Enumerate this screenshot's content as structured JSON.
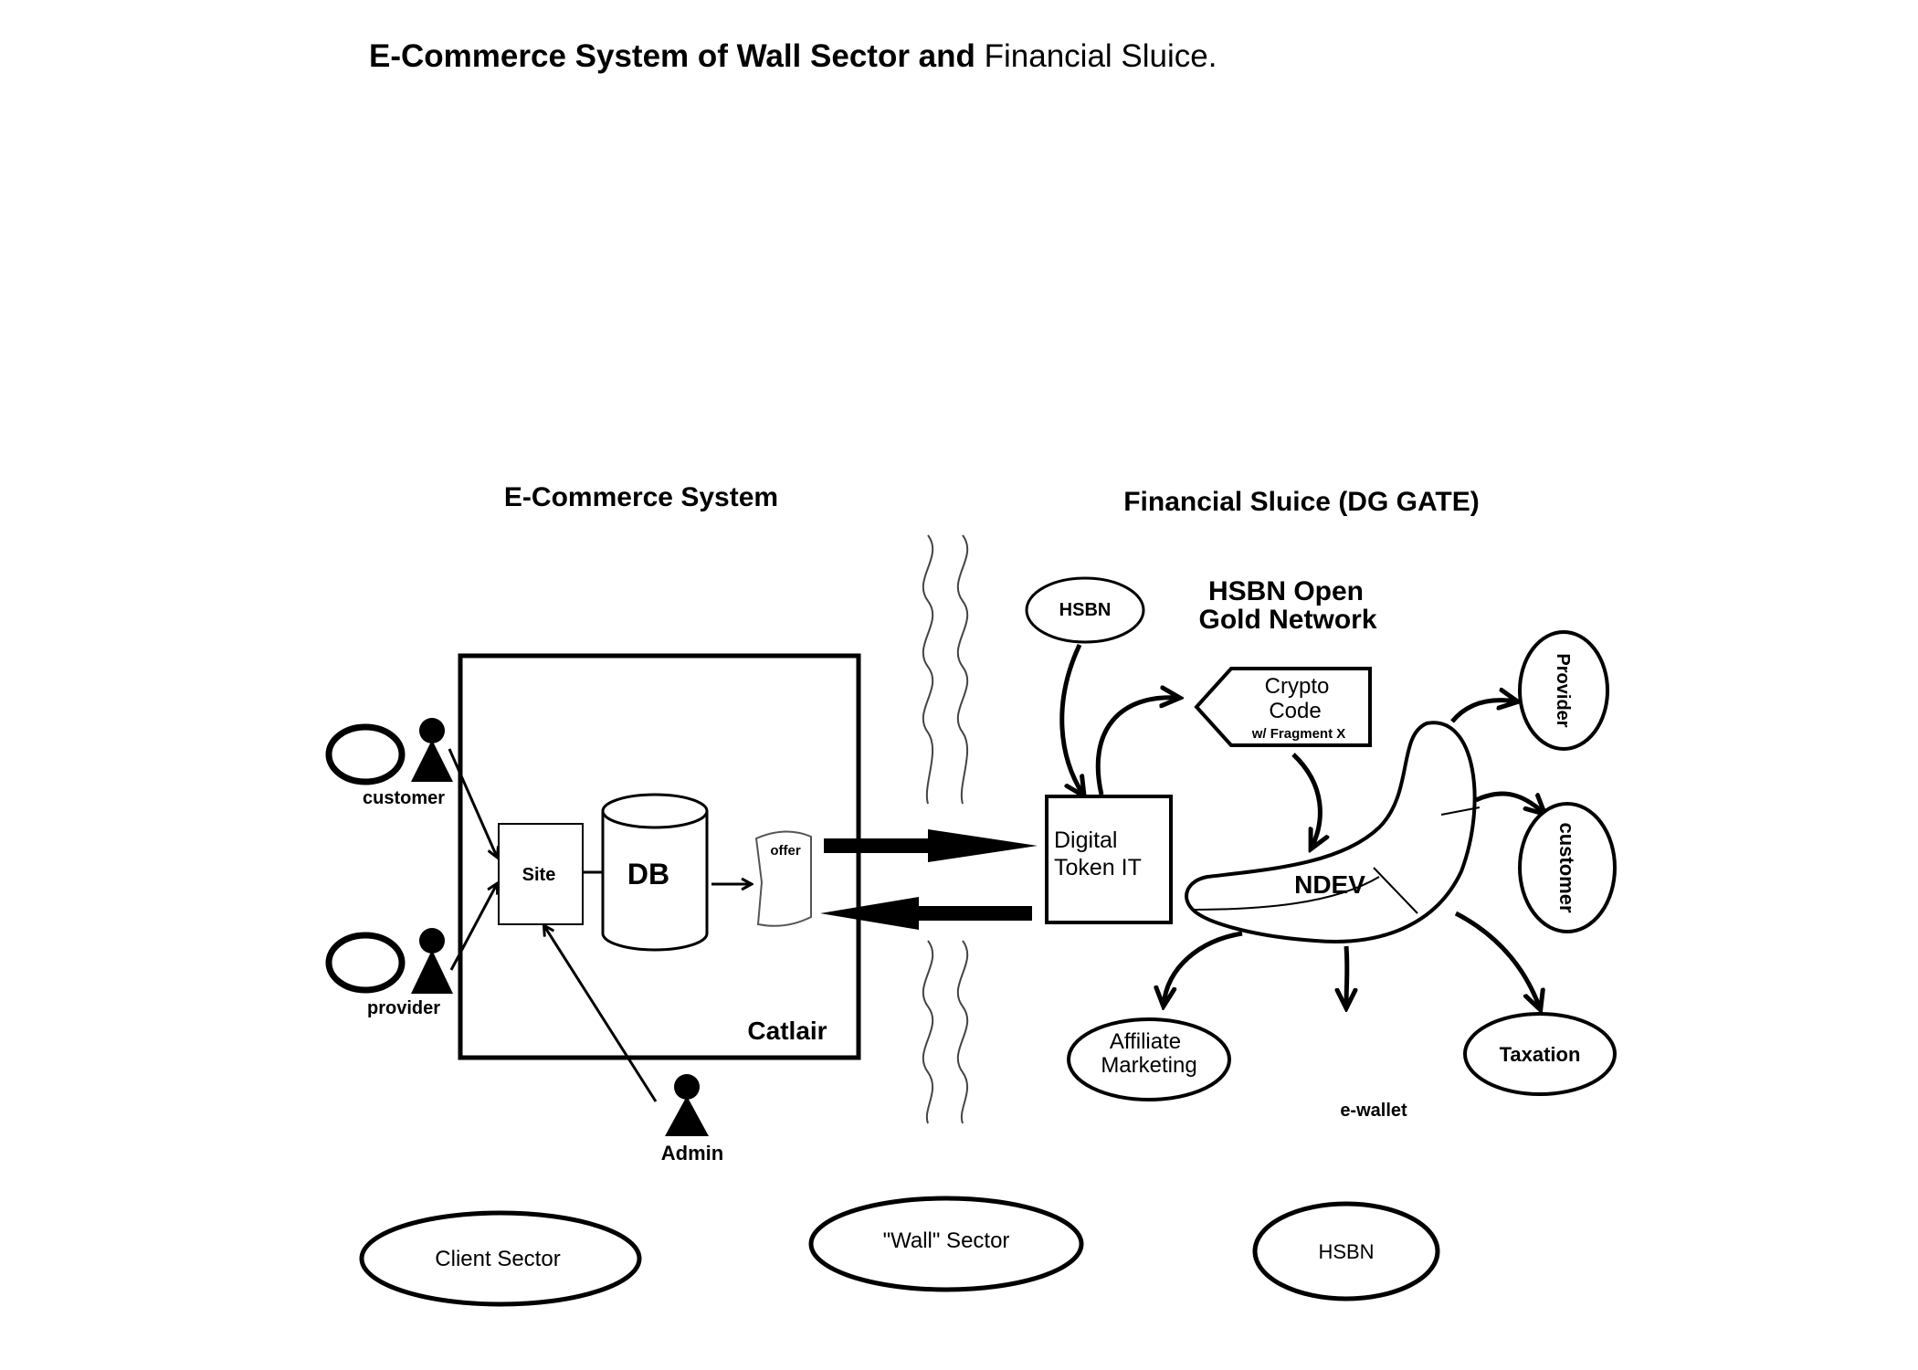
{
  "title": {
    "bold_part": "E-Commerce System of Wall Sector and",
    "regular_part": " Financial Sluice."
  },
  "left_section": {
    "heading": "E-Commerce System",
    "box_label": "Catlair",
    "site_label": "Site",
    "db_label": "DB",
    "offer_label": "offer",
    "actors": {
      "customer": "customer",
      "provider": "provider",
      "admin": "Admin"
    }
  },
  "right_section": {
    "heading": "Financial Sluice (DG GATE)",
    "network_line1": "HSBN Open",
    "network_line2": "Gold Network",
    "hsbn_node": "HSBN",
    "token_line1": "Digital",
    "token_line2": "Token IT",
    "crypto_line1": "Crypto",
    "crypto_line2": "Code",
    "crypto_line3": "w/ Fragment X",
    "ndev_label": "NDEV",
    "outputs": {
      "provider": "Provider",
      "customer": "customer",
      "affiliate_line1": "Affiliate",
      "affiliate_line2": "Marketing",
      "taxation": "Taxation",
      "ewallet": "e-wallet"
    }
  },
  "legend": {
    "client": "Client Sector",
    "wall": "\"Wall\" Sector",
    "hsbn": "HSBN"
  }
}
